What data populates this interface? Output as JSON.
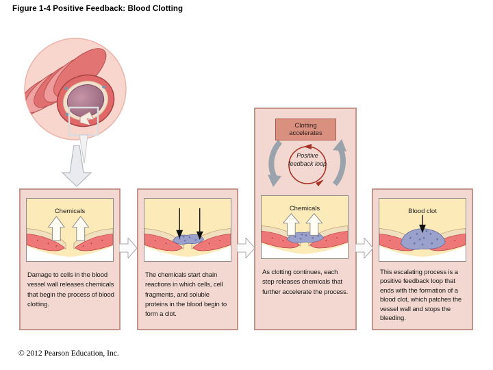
{
  "title": "Figure 1-4  Positive Feedback: Blood Clotting",
  "copyright": "© 2012 Pearson Education, Inc.",
  "feedback": {
    "accelerates_label": "Clotting accelerates",
    "loop_label": "Positive feedback loop"
  },
  "panels": [
    {
      "label": "Chemicals",
      "caption": "Damage to cells in the blood vessel wall releases chemicals that begin the process of blood clotting."
    },
    {
      "label": "",
      "caption": "The chemicals start chain reactions in which cells, cell fragments, and soluble proteins in the blood begin to form a clot."
    },
    {
      "label": "Chemicals",
      "caption": "As clotting continues, each step releases chemicals that further accelerate the process."
    },
    {
      "label": "Blood clot",
      "caption": "This escalating process is a positive feedback loop that ends with the formation of a blood clot, which patches the vessel wall and stops the bleeding."
    }
  ],
  "colors": {
    "panel_bg": "#f2d8d0",
    "panel_border": "#c4948a",
    "art_bg": "#fdeab9",
    "accelerates_bg": "#d9907f",
    "loop_red": "#a83228",
    "clot_purple": "#9aa2cc",
    "tissue_red": "#ee7878",
    "gray_arrow": "#9aa2ac"
  }
}
